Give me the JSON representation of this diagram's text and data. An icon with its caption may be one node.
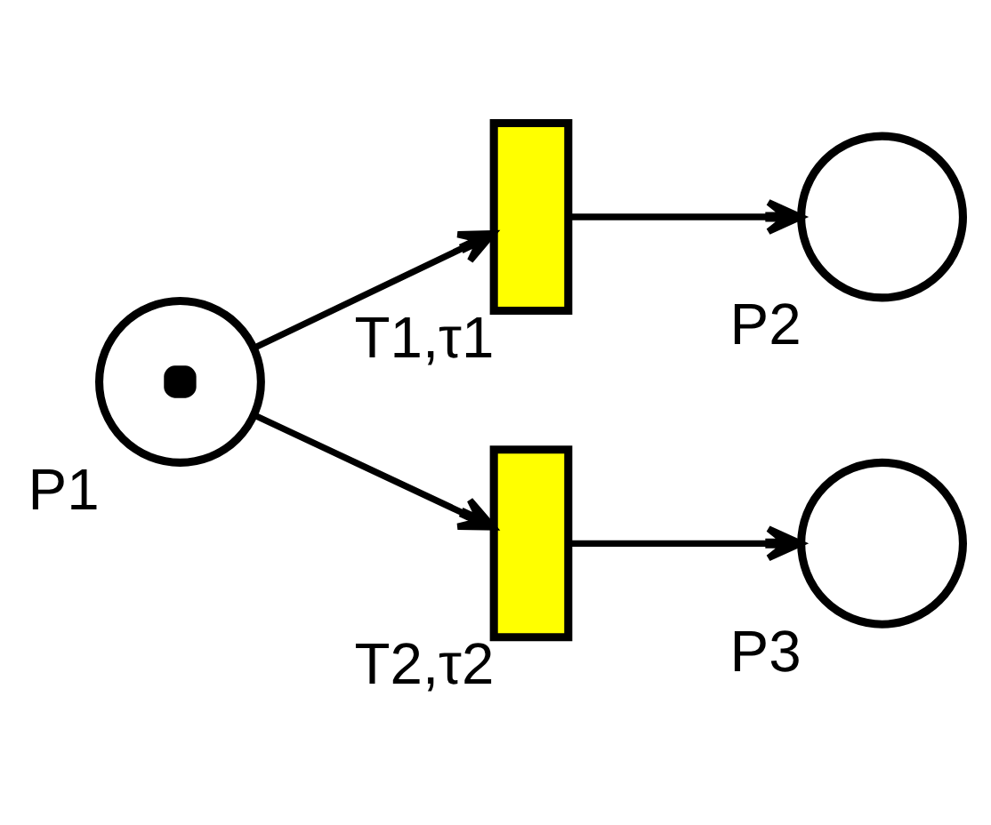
{
  "diagram": {
    "nodes": [
      {
        "text": [
          "P1"
        ]
      },
      {
        "text": [
          "T1,τ1"
        ]
      },
      {
        "text": [
          "P2"
        ]
      },
      {
        "text": [
          "T2,τ2"
        ]
      },
      {
        "text": [
          "P3"
        ]
      }
    ],
    "edges": [
      {
        "from": 0,
        "to": 1,
        "arrow": "to"
      },
      {
        "from": 0,
        "to": 3,
        "arrow": "to"
      },
      {
        "from": 1,
        "to": 2,
        "arrow": "to"
      },
      {
        "from": 3,
        "to": 4,
        "arrow": "to"
      }
    ]
  }
}
